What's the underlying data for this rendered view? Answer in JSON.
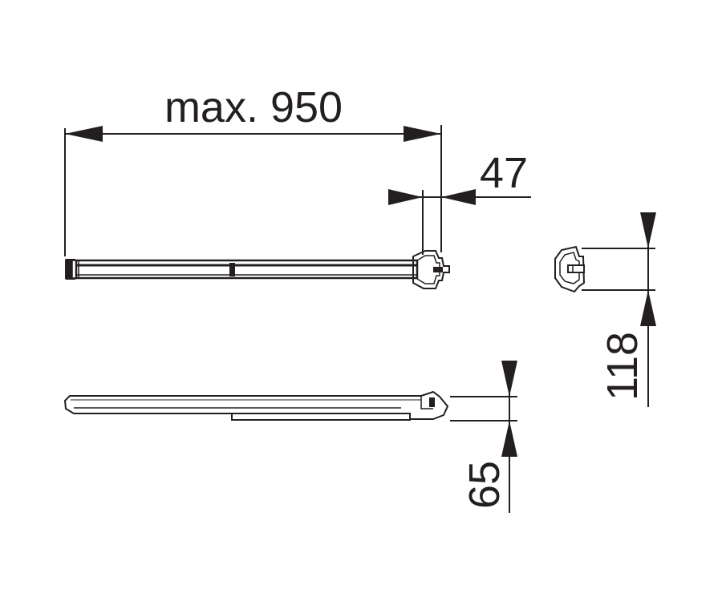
{
  "dimensions": {
    "length": "max. 950",
    "offset": "47",
    "height_side": "118",
    "height_front": "65"
  },
  "colors": {
    "line": "#231f20",
    "background": "#ffffff"
  }
}
